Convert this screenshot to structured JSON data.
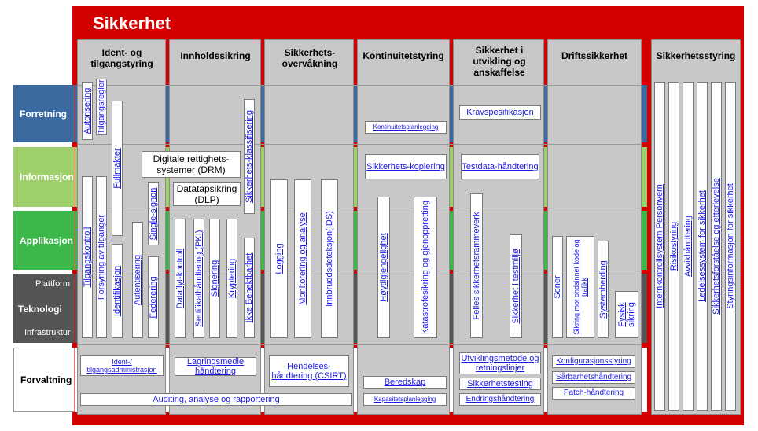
{
  "title": "Sikkerhet",
  "rows": {
    "forretning": "Forretning",
    "informasjon": "Informasjon",
    "applikasjon": "Applikasjon",
    "plattform": "Plattform",
    "teknologi": "Teknologi",
    "infrastruktur": "Infrastruktur",
    "forvaltning": "Forvaltning"
  },
  "colors": {
    "frame": "#d40000",
    "forretning": "#3b6aa0",
    "informasjon": "#9ecf6a",
    "applikasjon": "#3cb84a",
    "teknologi": "#555555",
    "column": "#c8c8c8",
    "link": "#1a1ae0"
  },
  "columns": {
    "c1": "Ident- og tilgangstyring",
    "c2": "Innholdssikring",
    "c3": "Sikkerhets-overvåkning",
    "c4": "Kontinuitetstyring",
    "c5": "Sikkerhet i utvikling og anskaffelse",
    "c6": "Driftssikkerhet",
    "c7": "Sikkerhetsstyring"
  },
  "items": {
    "autorisering": "Autorisering",
    "tilgangsregler": "Tilgangsregler",
    "fullmakter": "Fullmakter",
    "tilgangskontroll": "Tilgangskontroll",
    "forsyning": "Forsyning av tilganger",
    "identifikasjon": "Identifikasjon",
    "autentisering": "Autentisering",
    "single_signon": "Single-signon",
    "federering": "Federering",
    "ident_admin": "Ident-/ tilgangsadministrasjon",
    "drm": "Digitale rettighets-systemer (DRM)",
    "dlp": "Datatapsikring (DLP)",
    "klassifisering": "Sikkerhets-klassifisering",
    "dataflyt": "Dataflyt-kontroll",
    "sertifikat": "Sertifikathåndtering (PKI)",
    "signering": "Signering",
    "kryptering": "Kryptering",
    "ikke_benekt": "Ikke Benektbarhet",
    "lagringsmedie": "Lagringsmedie håndtering",
    "logging": "Logging",
    "monitorering": "Monitorering og analyse",
    "ids": "Innbruddsdeteksjon(IDS)",
    "hendelses": "Hendelses-håndtering (CSIRT)",
    "kontinuitetsplan": "Kontinuitetsplanlegging",
    "kopiering": "Sikkerhets-kopiering",
    "hoytilgj": "Høytilgjengelighet",
    "katastrofe": "Katastrofesikring og gjenoppretting",
    "beredskap": "Beredskap",
    "kapasitet": "Kapasitetsplanlegging",
    "kravspes": "Kravspesifikasjon",
    "testdata": "Testdata-håndtering",
    "rammeverk": "Felles sikkerhetsrammeverk",
    "testmiljo": "Sikkerhet i testmiljø",
    "utviklingsmetode": "Utviklingsmetode og retningslinjer",
    "testing": "Sikkerhetstesting",
    "endring": "Endringshåndtering",
    "soner": "Soner",
    "ondsinnet": "Sikring mot ondsinnet kode og trafikk",
    "systemherding": "Systemherding",
    "fysisk": "Fysisk sikring",
    "konfig": "Konfigurasjonsstyring",
    "sarbarhet": "Sårbarhetshåndtering",
    "patch": "Patch-håndtering",
    "auditing": "Auditing, analyse og rapportering",
    "ik_personvern": "Internkontrollsystem Personvern",
    "risikostyring": "Risikostyring",
    "avvik": "Avvikhåndtering",
    "ledelsessystem": "Ledelsessystem for sikkerhet",
    "forstaelse": "Sikkerhetsforståelse og etterlevelse",
    "styringsinfo": "Styringsinformasjon for sikkerhet"
  }
}
